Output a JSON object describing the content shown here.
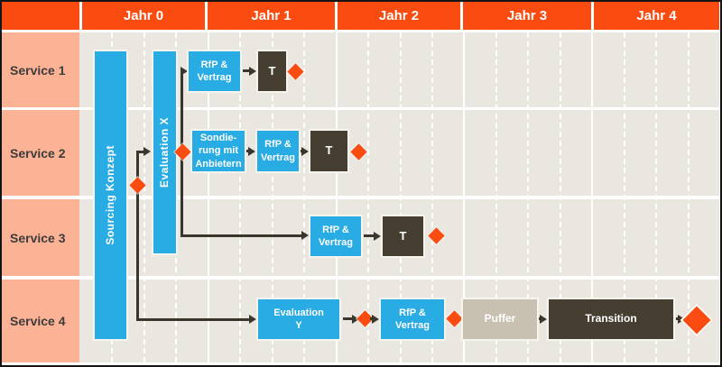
{
  "header": {
    "corner_label": "",
    "years": [
      {
        "label": "Jahr 0"
      },
      {
        "label": "Jahr 1"
      },
      {
        "label": "Jahr 2"
      },
      {
        "label": "Jahr 3"
      },
      {
        "label": "Jahr 4"
      }
    ]
  },
  "services": [
    {
      "label": "Service 1"
    },
    {
      "label": "Service 2"
    },
    {
      "label": "Service 3"
    },
    {
      "label": "Service 4"
    }
  ],
  "bars": {
    "sourcing": {
      "label": "Sourcing Konzept"
    },
    "evaluation_x": {
      "label": "Evaluation X"
    }
  },
  "row1": {
    "rfp": "RfP &\nVertrag",
    "t": "T"
  },
  "row2": {
    "sondierung": "Sondie-\nrung mit\nAnbietern",
    "rfp": "RfP &\nVertrag",
    "t": "T"
  },
  "row3": {
    "rfp": "RfP &\nVertrag",
    "t": "T"
  },
  "row4": {
    "evaluation_y": "Evaluation\nY",
    "rfp": "RfP &\nVertrag",
    "puffer": "Puffer",
    "transition": "Transition"
  },
  "colors": {
    "header_orange": "#fa4b11",
    "service_salmon": "#fcb294",
    "activity_blue": "#29abe3",
    "activity_dark": "#453e31",
    "buffer_gray": "#c8c1b2",
    "milestone_orange": "#fa4b11",
    "grid_background": "#eae7e1",
    "connector_dark": "#3a362b"
  }
}
